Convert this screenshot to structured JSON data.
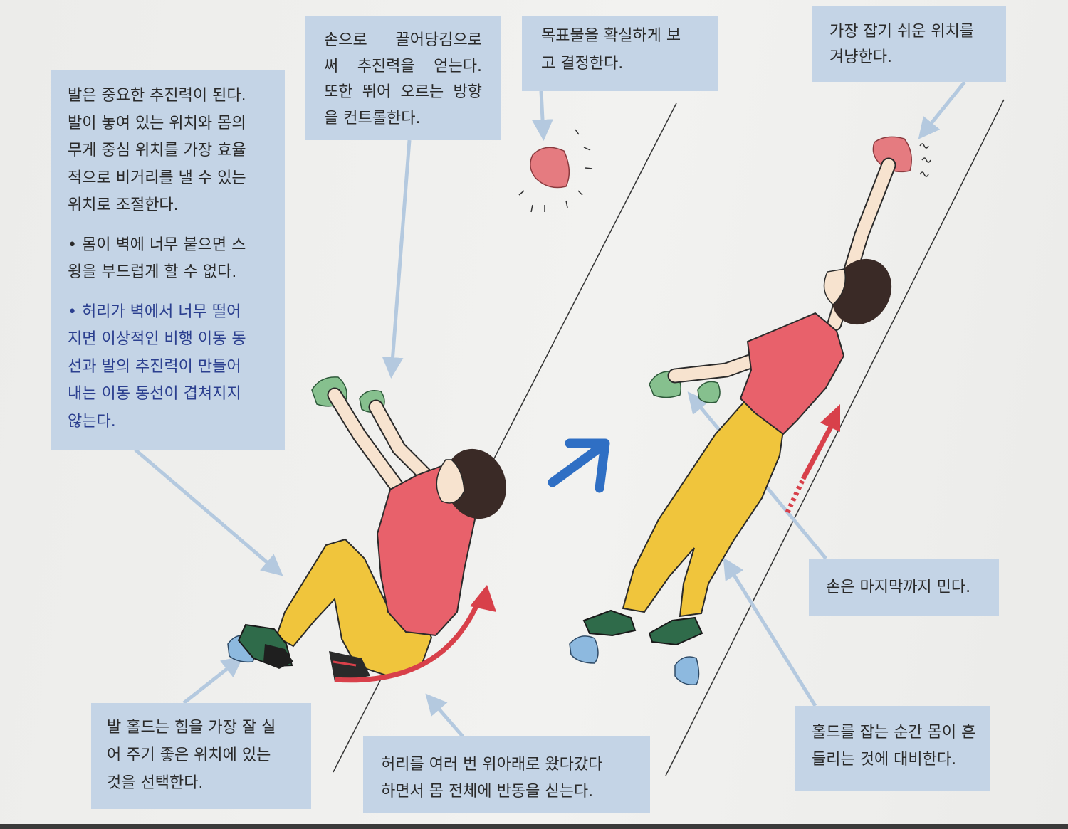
{
  "page": {
    "background_color": "#eeeeeb",
    "box_color": "#c4d4e6",
    "text_color": "#2a2a2a",
    "emphasis_text_color": "#2b3f8f"
  },
  "callouts": {
    "foot_power": {
      "lines": [
        "발은 중요한 추진력이 된다.",
        "발이 놓여 있는 위치와 몸의",
        "무게 중심 위치를 가장 효율",
        "적으로 비거리를 낼 수 있는",
        "위치로 조절한다."
      ],
      "note_1": [
        "• 몸이 벽에 너무 붙으면 스",
        "윙을 부드럽게 할 수 없다."
      ],
      "note_2": [
        "• 허리가 벽에서 너무 떨어",
        "지면 이상적인 비행 이동 동",
        "선과 발의 추진력이 만들어",
        "내는 이동 동선이 겹쳐지지",
        "않는다."
      ]
    },
    "hand_pull": {
      "lines": [
        "손으로 끌어당김으로",
        "써 추진력을 얻는다.",
        "또한 뛰어 오르는 방향",
        "을 컨트롤한다."
      ]
    },
    "look_target": {
      "lines": [
        "목표물을 확실하게 보",
        "고 결정한다."
      ]
    },
    "aim_grip": {
      "lines": [
        "가장 잡기 쉬운 위치를",
        "겨냥한다."
      ]
    },
    "push_hand": {
      "lines": [
        "손은 마지막까지 민다."
      ]
    },
    "foot_hold": {
      "lines": [
        "발 홀드는 힘을 가장 잘 실",
        "어 주기 좋은 위치에 있는",
        "것을 선택한다."
      ]
    },
    "waist_swing": {
      "lines": [
        "허리를 여러 번 위아래로 왔다갔다",
        "하면서 몸 전체에 반동을 싣는다."
      ]
    },
    "brace_swing": {
      "lines": [
        "홀드를 잡는 순간 몸이 흔",
        "들리는 것에 대비한다."
      ]
    }
  },
  "illustration": {
    "figures": [
      "climber-crouching-figure",
      "climber-reaching-figure"
    ],
    "icons": [
      "direction-arrow-icon",
      "swing-arc-arrow-icon",
      "push-arrow-icon",
      "pointer-arrow-icon"
    ],
    "colors": {
      "shirt": "#e8616b",
      "pants": "#f0c53c",
      "skin": "#f7e3cf",
      "hair": "#3a2a26",
      "shoe": "#2f6b4a",
      "hold_green": "#86c08e",
      "hold_blue": "#8db9df",
      "hold_pink": "#e57b80",
      "motion_arrow_blue": "#2f6fc4",
      "force_arrow_red": "#d8404a",
      "pointer": "#b4c9df",
      "wall_line": "#333333"
    }
  }
}
